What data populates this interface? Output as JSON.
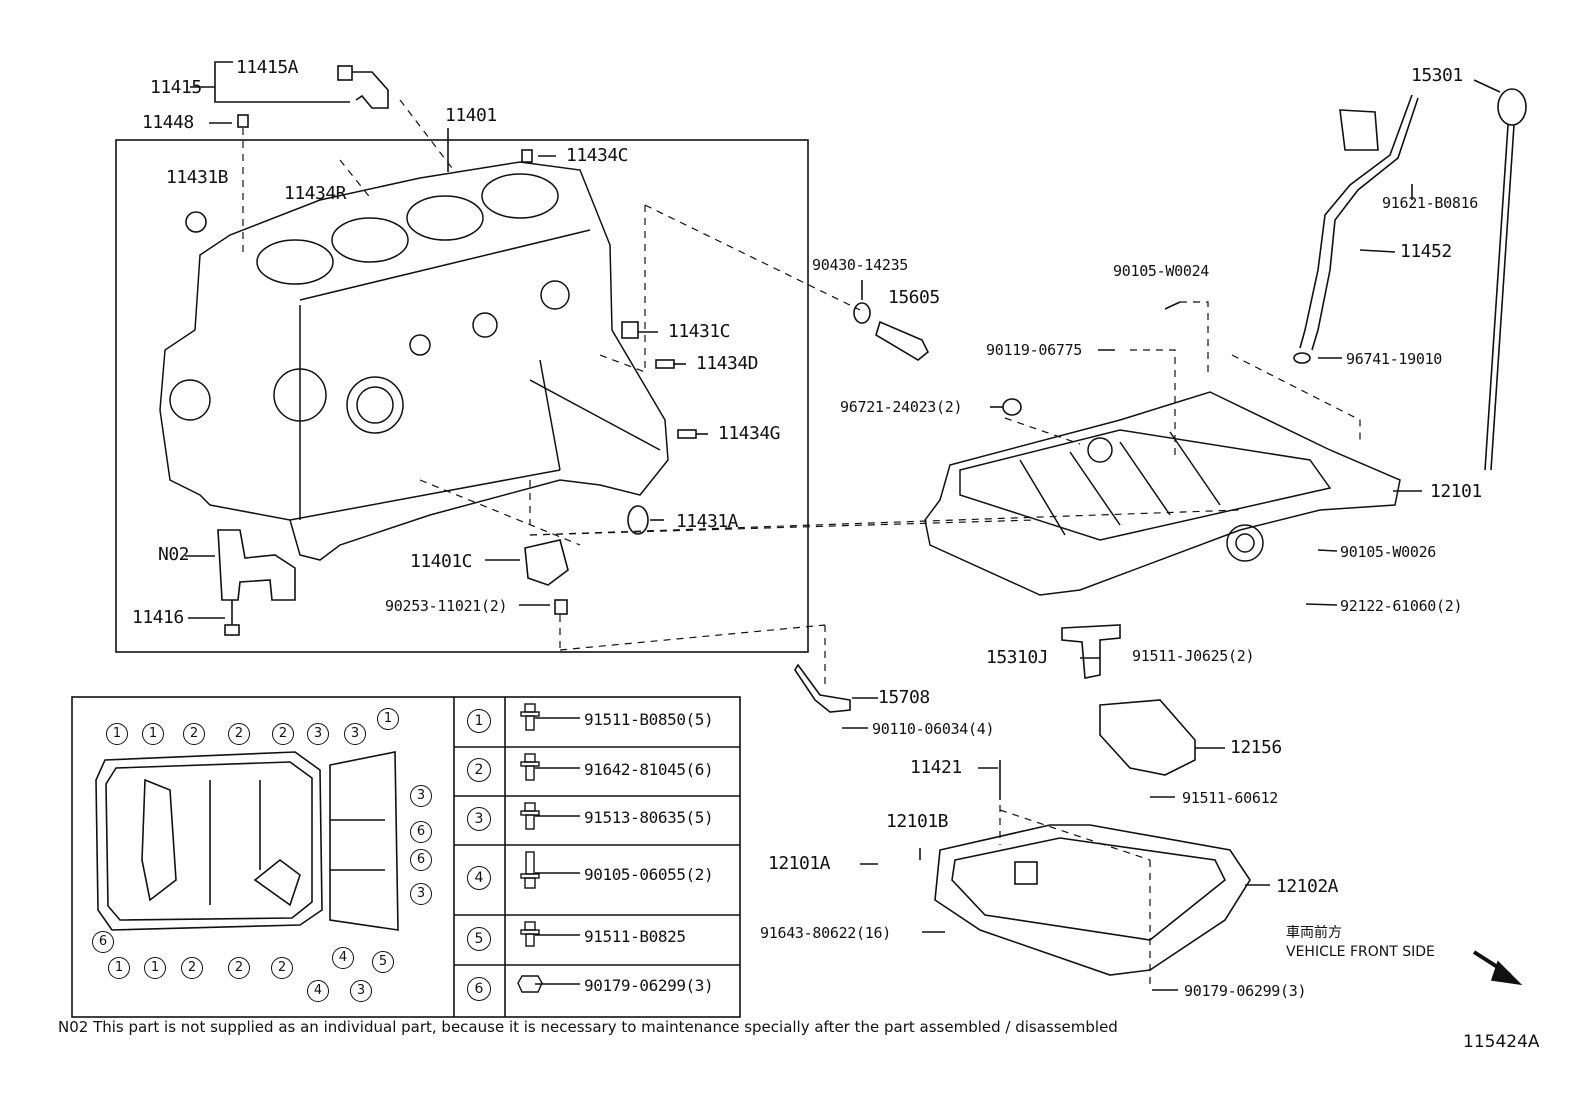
{
  "labels": {
    "p11415A": "11415A",
    "p11415": "11415",
    "p11448": "11448",
    "p11401": "11401",
    "p11434C": "11434C",
    "p11431B": "11431B",
    "p11434R": "11434R",
    "p11431C": "11431C",
    "p11434D": "11434D",
    "p11434G": "11434G",
    "p11431A": "11431A",
    "p11401C": "11401C",
    "p90253": "90253-11021(2)",
    "pN02": "N02",
    "p11416": "11416",
    "p90430": "90430-14235",
    "p15605": "15605",
    "p90105W0024": "90105-W0024",
    "p90119": "90119-06775",
    "p96721": "96721-24023(2)",
    "p15301": "15301",
    "p91621": "91621-B0816",
    "p11452": "11452",
    "p96741": "96741-19010",
    "p12101": "12101",
    "p90105W0026": "90105-W0026",
    "p92122": "92122-61060(2)",
    "p15310J": "15310J",
    "p91511J": "91511-J0625(2)",
    "p15708": "15708",
    "p90110": "90110-06034(4)",
    "p12156": "12156",
    "p11421": "11421",
    "p91511_60612": "91511-60612",
    "p12101B": "12101B",
    "p12101A": "12101A",
    "p12102A": "12102A",
    "p91643": "91643-80622(16)",
    "p90179": "90179-06299(3)"
  },
  "bolt_table": [
    {
      "num": "1",
      "part": "91511-B0850(5)"
    },
    {
      "num": "2",
      "part": "91642-81045(6)"
    },
    {
      "num": "3",
      "part": "91513-80635(5)"
    },
    {
      "num": "4",
      "part": "90105-06055(2)"
    },
    {
      "num": "5",
      "part": "91511-B0825"
    },
    {
      "num": "6",
      "part": "90179-06299(3)"
    }
  ],
  "callouts": {
    "top": [
      "1",
      "1",
      "2",
      "2",
      "2",
      "3",
      "3",
      "1"
    ],
    "bottom": [
      "1",
      "1",
      "2",
      "2",
      "2",
      "4",
      "3"
    ],
    "right": [
      "3",
      "6",
      "6",
      "3"
    ],
    "left": [
      "6"
    ],
    "inner": [
      "4",
      "5"
    ]
  },
  "front_side": {
    "ja": "車両前方",
    "en": "VEHICLE FRONT SIDE"
  },
  "note": "N02  This part is not supplied as an individual part, because it is necessary to maintenance specially after the part assembled / disassembled",
  "diagram_id": "115424A",
  "colors": {
    "ink": "#111111",
    "background": "#ffffff"
  }
}
